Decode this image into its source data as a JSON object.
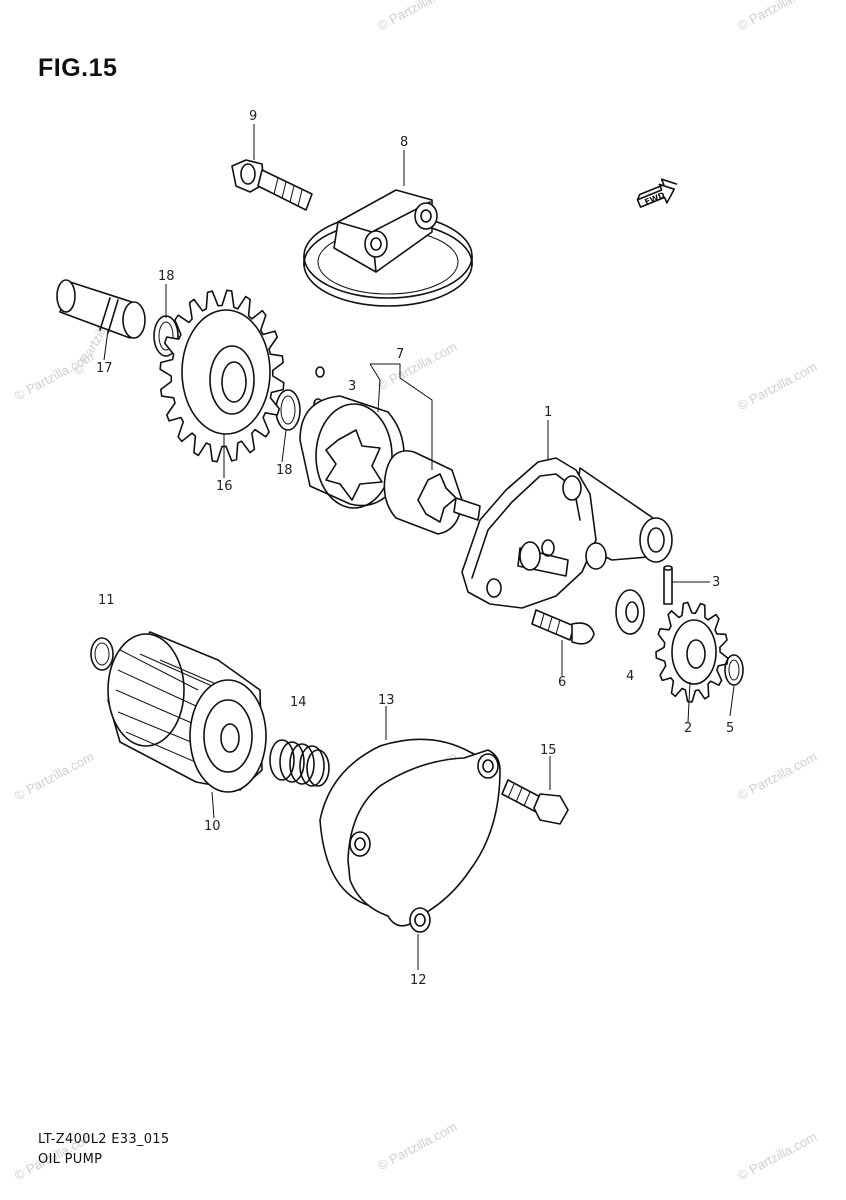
{
  "header": {
    "title": "FIG.15"
  },
  "footer": {
    "code": "LT-Z400L2 E33_015",
    "caption": "OIL PUMP"
  },
  "direction_badge": "FWD",
  "watermark": "© Partzilla.com",
  "callouts": {
    "p1": "1",
    "p2": "2",
    "p3a": "3",
    "p3b": "3",
    "p4": "4",
    "p5": "5",
    "p6": "6",
    "p7": "7",
    "p8": "8",
    "p9": "9",
    "p10": "10",
    "p11": "11",
    "p12": "12",
    "p13": "13",
    "p14": "14",
    "p15": "15",
    "p16": "16",
    "p17": "17",
    "p18a": "18",
    "p18b": "18"
  }
}
